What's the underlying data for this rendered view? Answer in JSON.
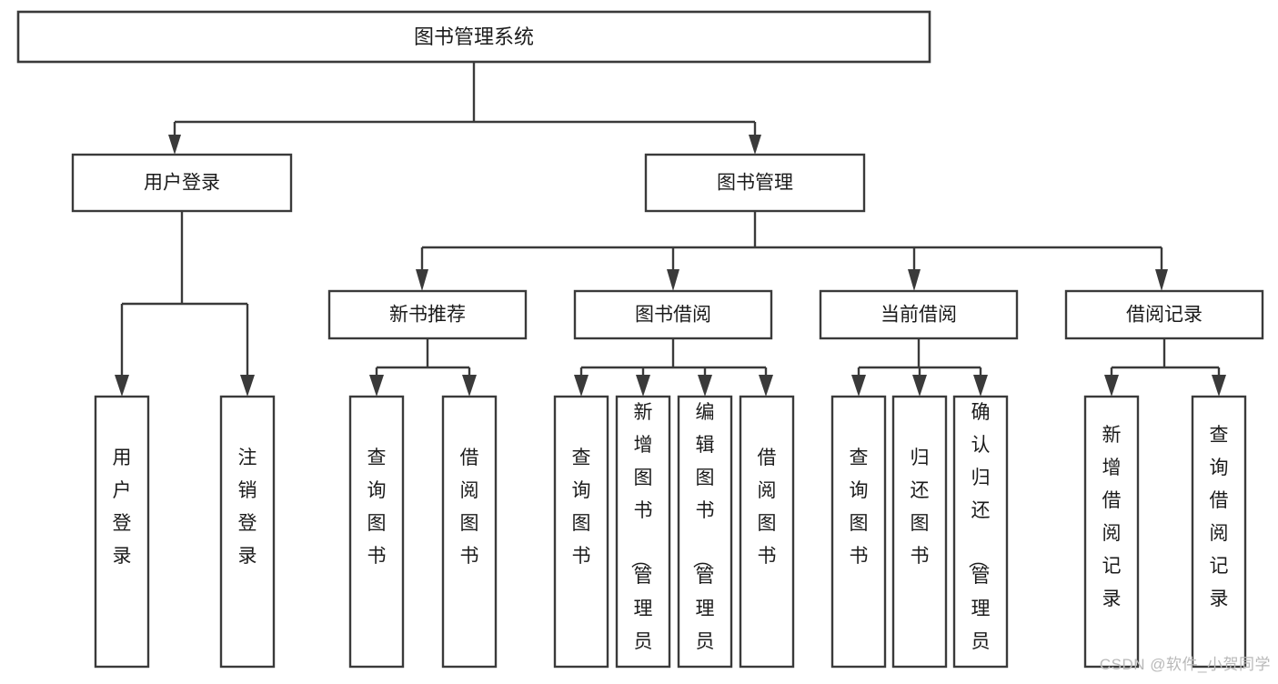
{
  "diagram": {
    "title": "图书管理系统",
    "type": "tree-hierarchy-chart",
    "root": {
      "id": "root",
      "label": "图书管理系统",
      "orientation": "horizontal"
    },
    "level2": [
      {
        "id": "user-login",
        "label": "用户登录",
        "orientation": "horizontal"
      },
      {
        "id": "book-management",
        "label": "图书管理",
        "orientation": "horizontal"
      }
    ],
    "level3": [
      {
        "id": "new-book-recommend",
        "label": "新书推荐",
        "orientation": "horizontal",
        "parent": "book-management"
      },
      {
        "id": "book-borrow",
        "label": "图书借阅",
        "orientation": "horizontal",
        "parent": "book-management"
      },
      {
        "id": "current-borrow",
        "label": "当前借阅",
        "orientation": "horizontal",
        "parent": "book-management"
      },
      {
        "id": "borrow-records",
        "label": "借阅记录",
        "orientation": "horizontal",
        "parent": "book-management"
      }
    ],
    "leaves": [
      {
        "id": "leaf-user-login",
        "label": "用户登录",
        "orientation": "vertical",
        "parent": "user-login"
      },
      {
        "id": "leaf-logout-login",
        "label": "注销登录",
        "orientation": "vertical",
        "parent": "user-login"
      },
      {
        "id": "leaf-query-book-1",
        "label": "查询图书",
        "orientation": "vertical",
        "parent": "new-book-recommend"
      },
      {
        "id": "leaf-borrow-book-1",
        "label": "借阅图书",
        "orientation": "vertical",
        "parent": "new-book-recommend"
      },
      {
        "id": "leaf-query-book-2",
        "label": "查询图书",
        "orientation": "vertical",
        "parent": "book-borrow"
      },
      {
        "id": "leaf-add-book",
        "label": "新增图书（管理员）",
        "orientation": "vertical",
        "parent": "book-borrow"
      },
      {
        "id": "leaf-edit-book",
        "label": "编辑图书（管理员）",
        "orientation": "vertical",
        "parent": "book-borrow"
      },
      {
        "id": "leaf-borrow-book-2",
        "label": "借阅图书",
        "orientation": "vertical",
        "parent": "book-borrow"
      },
      {
        "id": "leaf-query-book-3",
        "label": "查询图书",
        "orientation": "vertical",
        "parent": "current-borrow"
      },
      {
        "id": "leaf-return-book",
        "label": "归还图书",
        "orientation": "vertical",
        "parent": "current-borrow"
      },
      {
        "id": "leaf-confirm-return",
        "label": "确认归还（管理员）",
        "orientation": "vertical",
        "parent": "current-borrow"
      },
      {
        "id": "leaf-add-record",
        "label": "新增借阅记录",
        "orientation": "vertical",
        "parent": "borrow-records"
      },
      {
        "id": "leaf-query-record",
        "label": "查询借阅记录",
        "orientation": "vertical",
        "parent": "borrow-records"
      }
    ],
    "colors": {
      "box_stroke": "#3a3a3a",
      "box_fill": "#ffffff",
      "text": "#1b1b1b",
      "background": "#ffffff",
      "watermark": "#b9b9b9"
    }
  },
  "watermark": {
    "text": "CSDN @软件_小贺同学"
  }
}
